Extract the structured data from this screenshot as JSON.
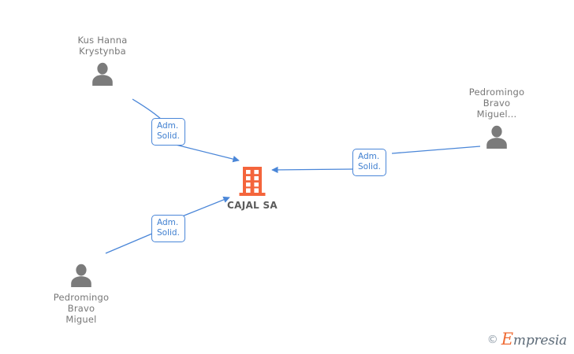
{
  "graph": {
    "company": {
      "name": "CAJAL SA",
      "icon": "building-icon",
      "color": "#f4653c"
    },
    "persons": [
      {
        "id": "kus-hanna-krystynba",
        "name": "Kus Hanna\nKrystynba",
        "icon": "person-icon",
        "color": "#7b7b7b",
        "label_position": "top"
      },
      {
        "id": "pedromingo-bravo-miguel-right",
        "name": "Pedromingo\nBravo\nMiguel...",
        "icon": "person-icon",
        "color": "#7b7b7b",
        "label_position": "top"
      },
      {
        "id": "pedromingo-bravo-miguel-bottom",
        "name": "Pedromingo\nBravo\nMiguel",
        "icon": "person-icon",
        "color": "#7b7b7b",
        "label_position": "bottom"
      }
    ],
    "relations": [
      {
        "id": "relation-kus-hanna",
        "label": "Adm.\nSolid.",
        "from": "kus-hanna-krystynba",
        "to": "CAJAL SA",
        "color": "#4a86d8"
      },
      {
        "id": "relation-pedromingo-right",
        "label": "Adm.\nSolid.",
        "from": "pedromingo-bravo-miguel-right",
        "to": "CAJAL SA",
        "color": "#4a86d8"
      },
      {
        "id": "relation-pedromingo-bottom",
        "label": "Adm.\nSolid.",
        "from": "pedromingo-bravo-miguel-bottom",
        "to": "CAJAL SA",
        "color": "#4a86d8"
      }
    ]
  },
  "watermark": {
    "copyright": "©",
    "brand_initial": "E",
    "brand_rest": "mpresia"
  }
}
